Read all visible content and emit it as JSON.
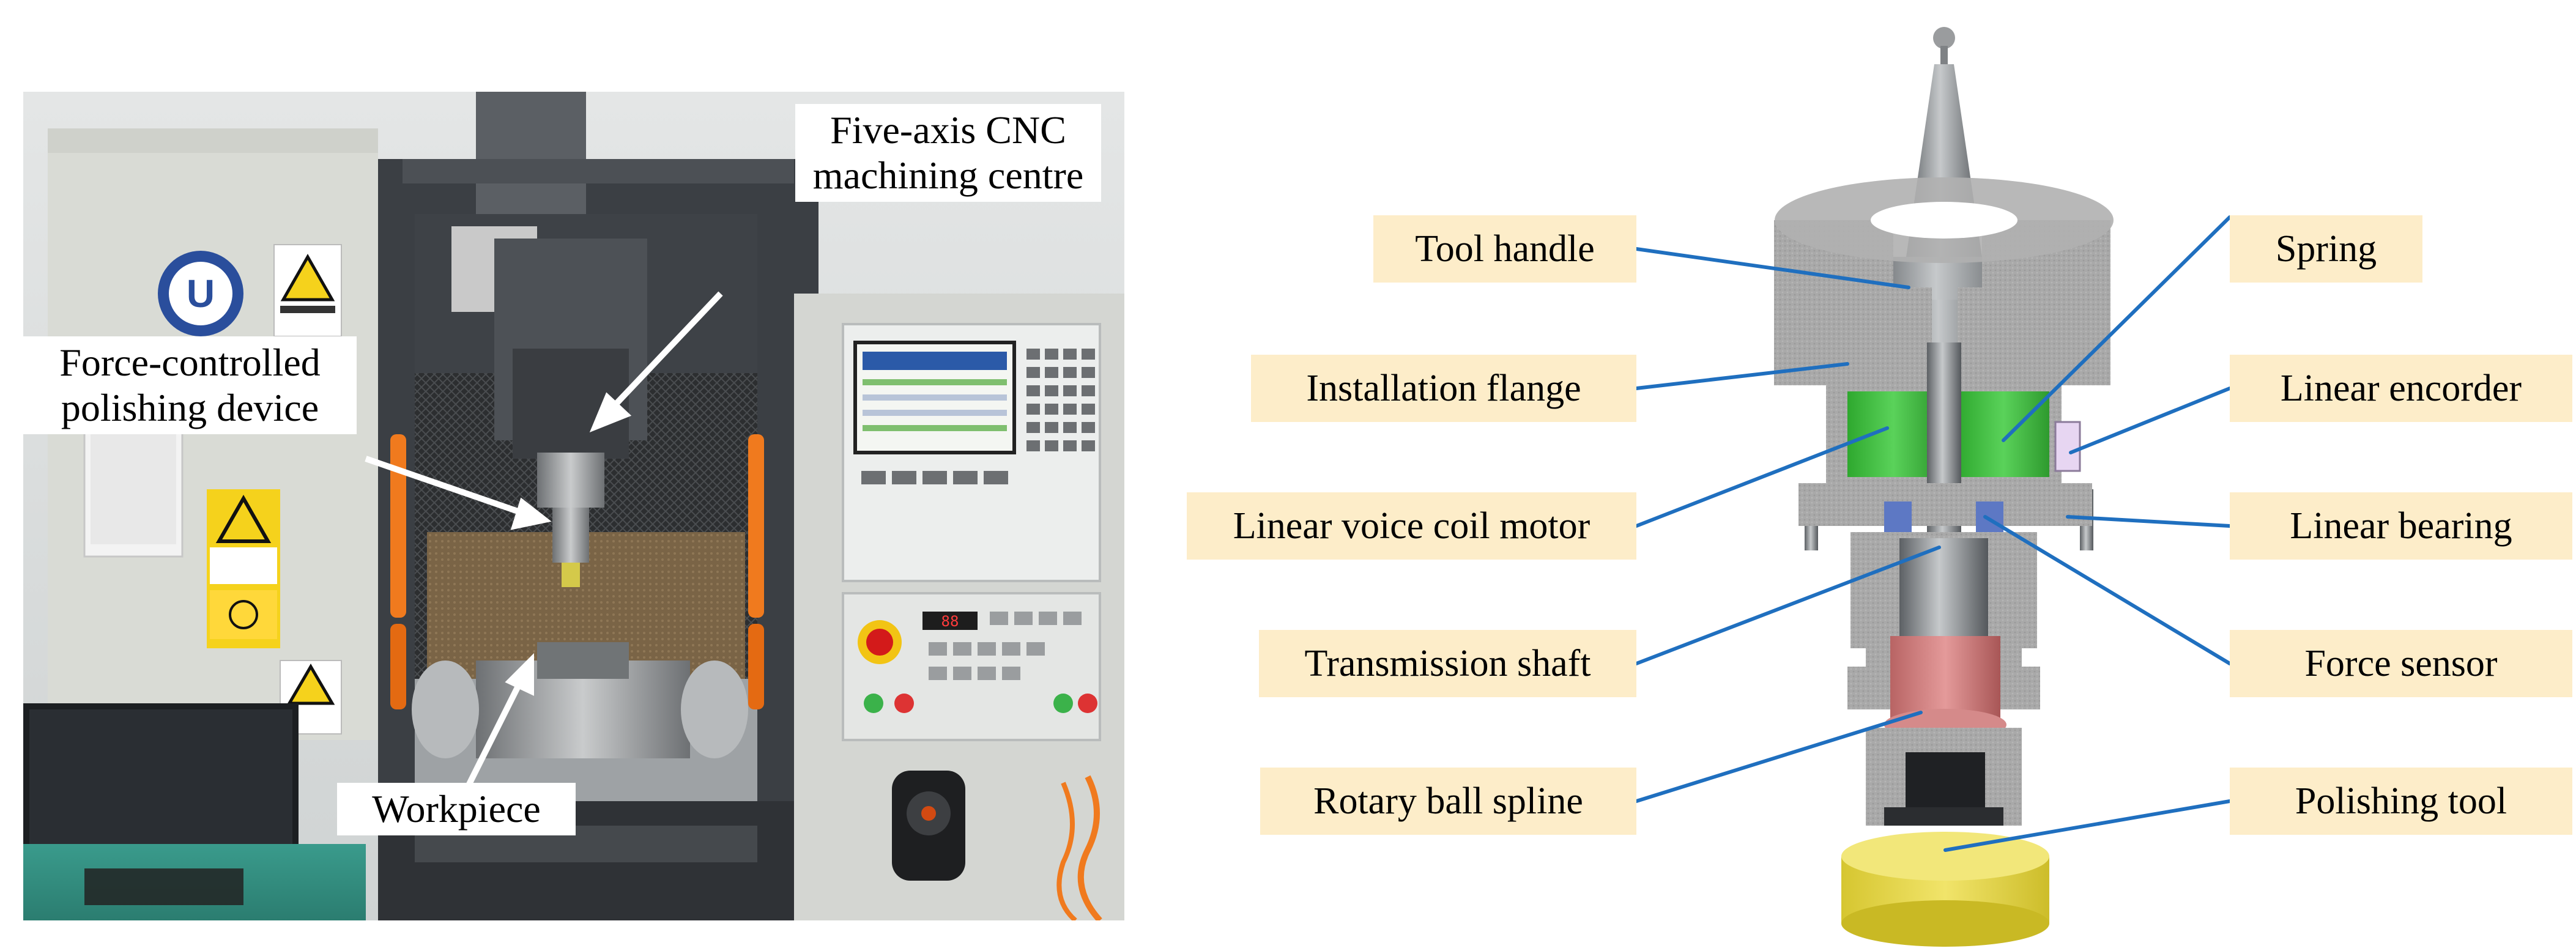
{
  "photo_callouts": {
    "cnc": "Five-axis CNC machining centre",
    "cnc_line1": "Five-axis CNC",
    "cnc_line2": "machining centre",
    "device_line1": "Force-controlled",
    "device_line2": "polishing device",
    "workpiece": "Workpiece"
  },
  "diagram_labels": {
    "left": [
      "Tool handle",
      "Installation flange",
      "Linear voice coil motor",
      "Transmission shaft",
      "Rotary ball spline"
    ],
    "right": [
      "Spring",
      "Linear encorder",
      "Linear bearing",
      "Force sensor",
      "Polishing tool"
    ]
  },
  "colors": {
    "label_bg": "#fdedc9",
    "leader_line": "#1f6fbf",
    "callout_arrow": "#ffffff",
    "motor": "#3fbf3f",
    "spline": "#d98a8a",
    "bearing": "#5a78c8",
    "polishing_tool": "#e8dc4a",
    "housing": "#a8a8a8"
  },
  "icons": [
    "warning-sign-icon",
    "caution-sign-icon",
    "company-logo-icon",
    "emergency-stop-icon"
  ]
}
